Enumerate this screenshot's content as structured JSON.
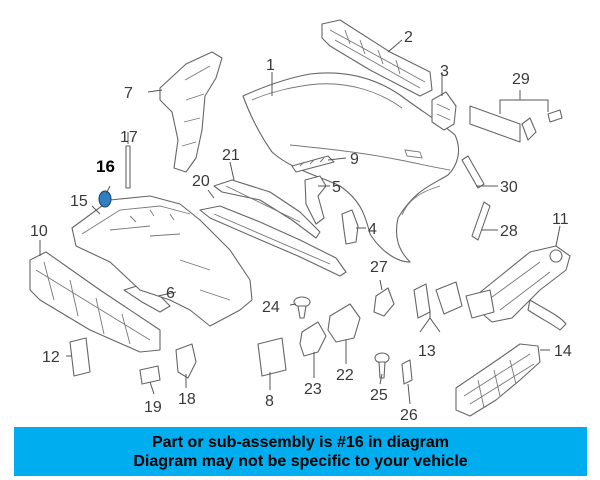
{
  "diagram": {
    "highlight_part": "16",
    "highlight_color": "#2f7fc1",
    "callouts": [
      {
        "id": "1",
        "label": "1"
      },
      {
        "id": "2",
        "label": "2"
      },
      {
        "id": "3",
        "label": "3"
      },
      {
        "id": "4",
        "label": "4"
      },
      {
        "id": "5",
        "label": "5"
      },
      {
        "id": "6",
        "label": "6"
      },
      {
        "id": "7",
        "label": "7"
      },
      {
        "id": "8",
        "label": "8"
      },
      {
        "id": "9",
        "label": "9"
      },
      {
        "id": "10",
        "label": "10"
      },
      {
        "id": "11",
        "label": "11"
      },
      {
        "id": "12",
        "label": "12"
      },
      {
        "id": "13",
        "label": "13"
      },
      {
        "id": "14",
        "label": "14"
      },
      {
        "id": "15",
        "label": "15"
      },
      {
        "id": "16",
        "label": "16"
      },
      {
        "id": "17",
        "label": "17"
      },
      {
        "id": "18",
        "label": "18"
      },
      {
        "id": "19",
        "label": "19"
      },
      {
        "id": "20",
        "label": "20"
      },
      {
        "id": "21",
        "label": "21"
      },
      {
        "id": "22",
        "label": "22"
      },
      {
        "id": "23",
        "label": "23"
      },
      {
        "id": "24",
        "label": "24"
      },
      {
        "id": "25",
        "label": "25"
      },
      {
        "id": "26",
        "label": "26"
      },
      {
        "id": "27",
        "label": "27"
      },
      {
        "id": "28",
        "label": "28"
      },
      {
        "id": "29",
        "label": "29"
      },
      {
        "id": "30",
        "label": "30"
      }
    ]
  },
  "banner": {
    "line1": "Part or sub-assembly is #16 in diagram",
    "line2": "Diagram may not be specific to your vehicle",
    "background": "#00aeef"
  }
}
